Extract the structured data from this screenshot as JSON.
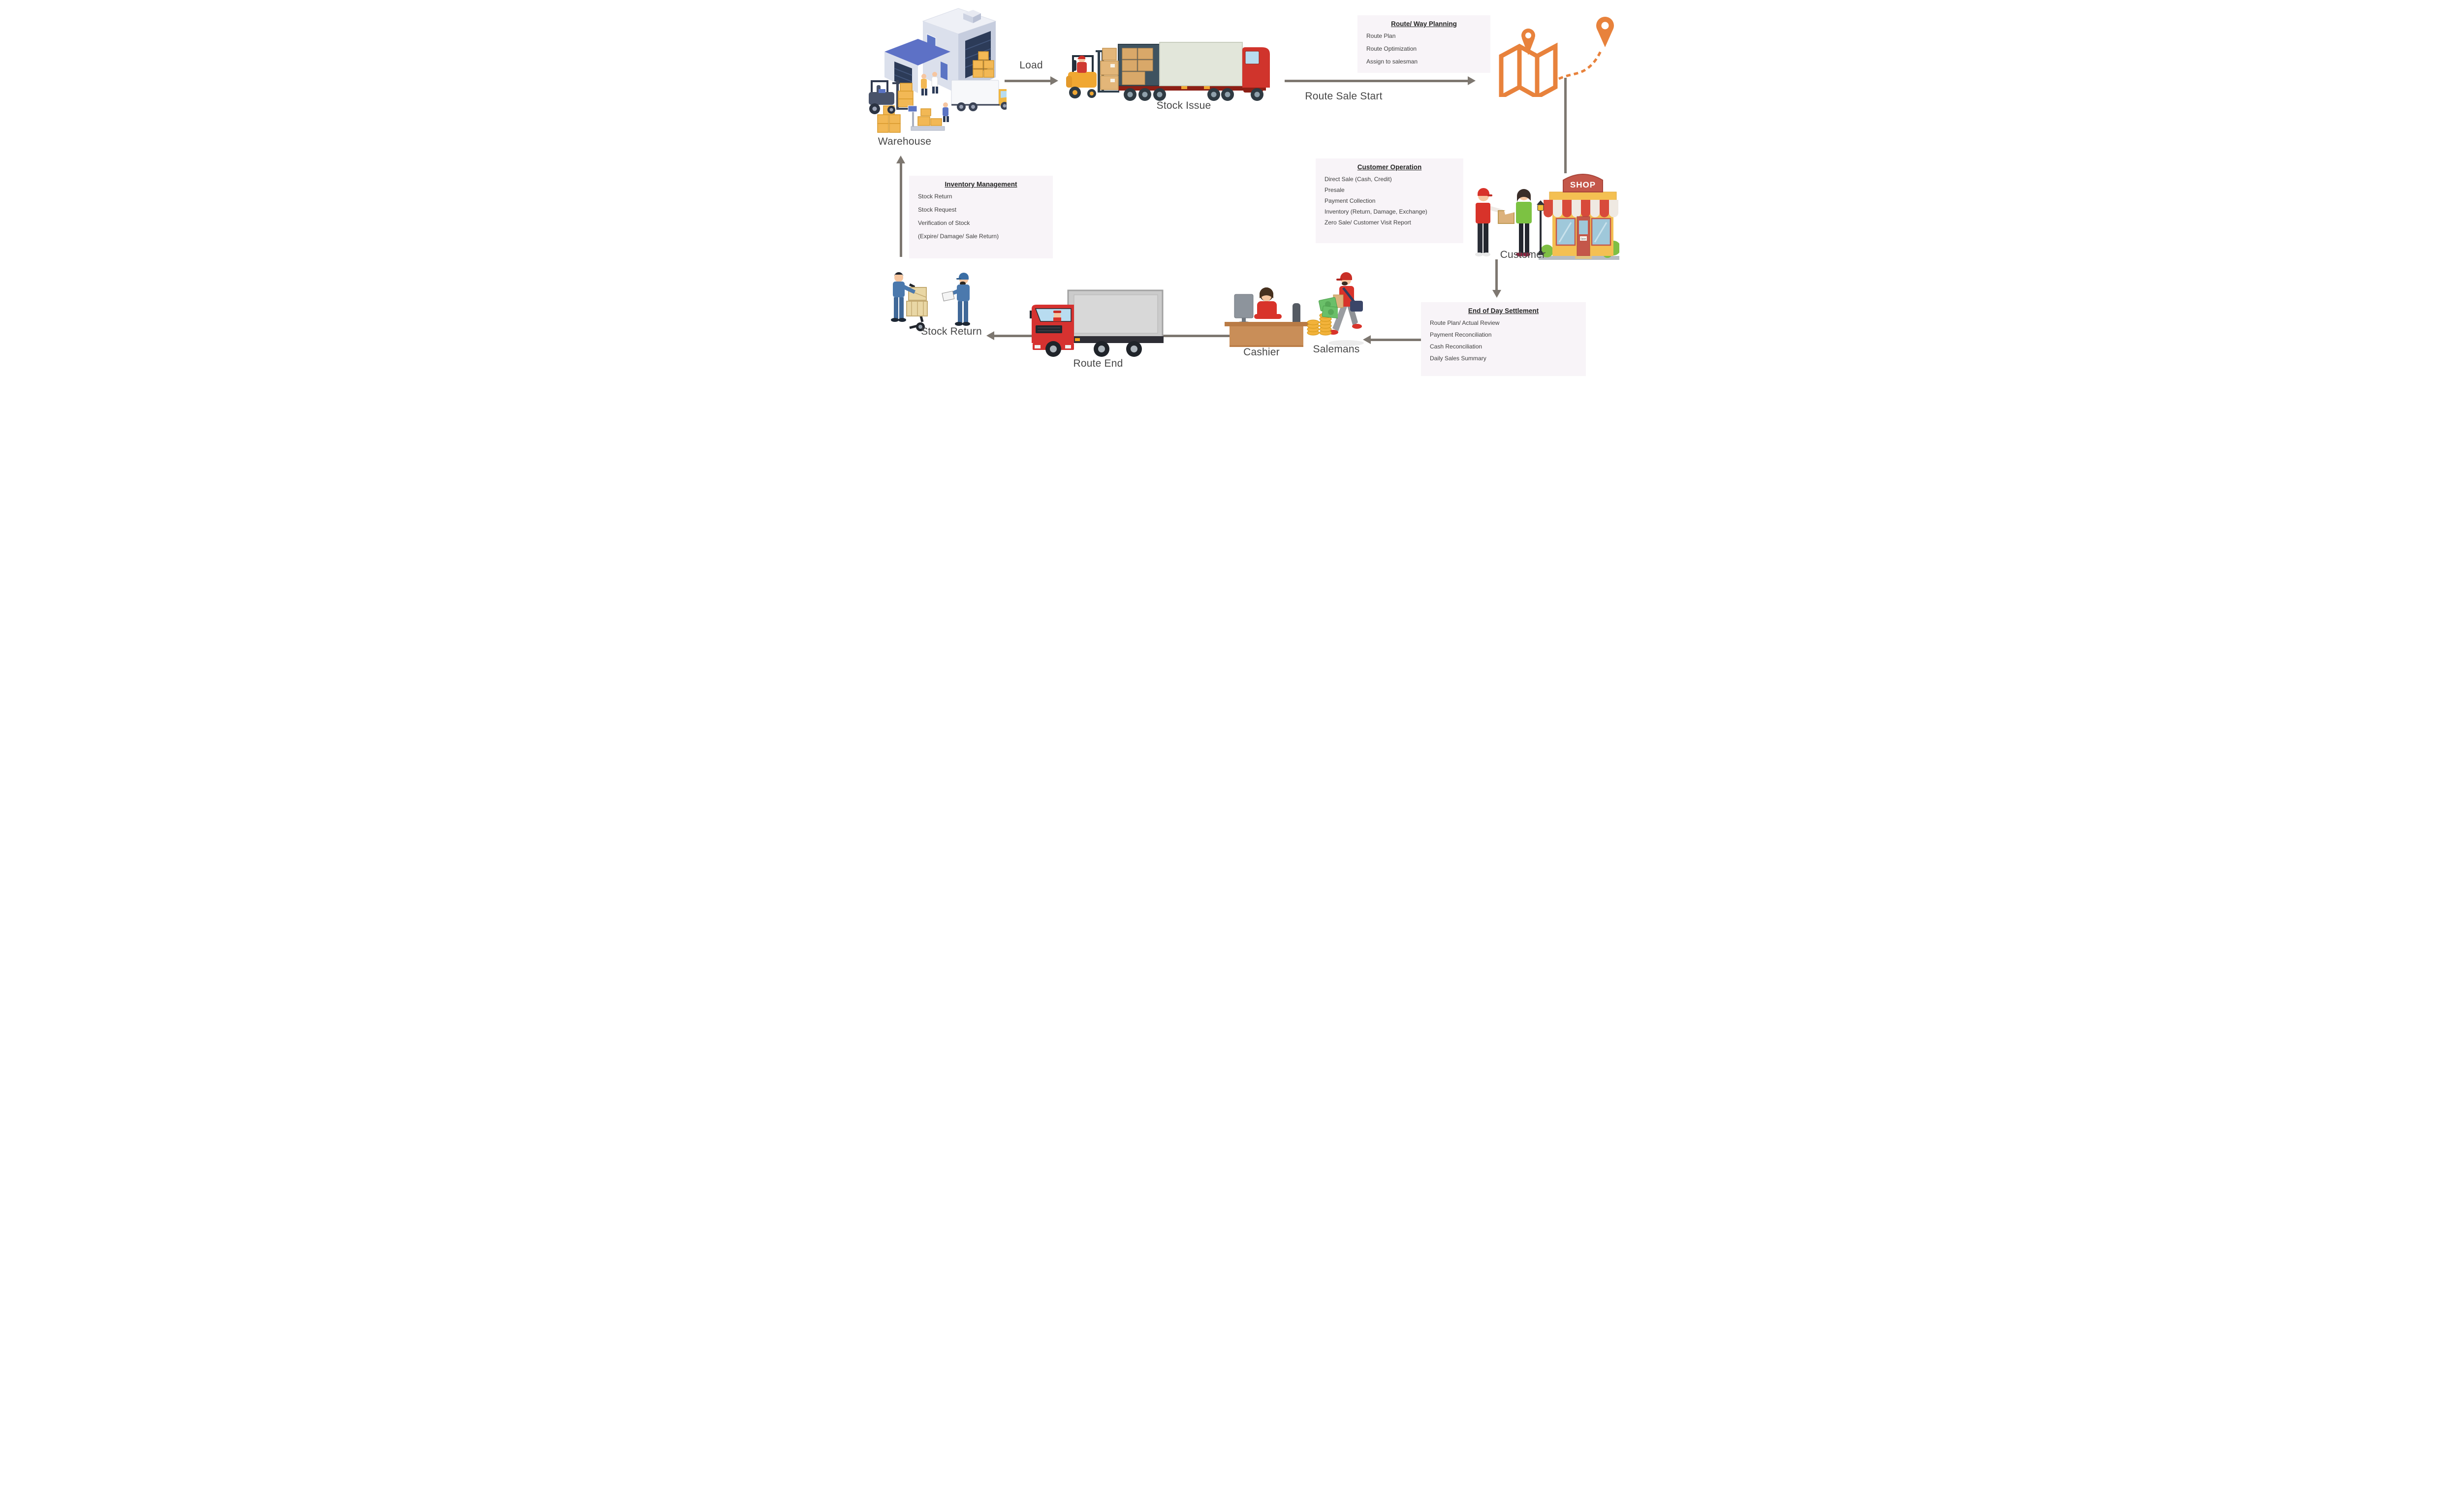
{
  "colors": {
    "connector": "#7d7770",
    "accent_orange": "#e8823c",
    "box_background": "#f8f4f8",
    "label_text": "#474747",
    "box_title_text": "#232323",
    "box_item_text": "#3d3d3d",
    "truck_red": "#d63230",
    "worker_blue": "#4b79ad",
    "box_yellow": "#f2b855"
  },
  "labels": {
    "warehouse": "Warehouse",
    "load": "Load",
    "stock_issue": "Stock Issue",
    "route_sale_start": "Route Sale Start",
    "customer": "Customer",
    "salemans": "Salemans",
    "cashier": "Cashier",
    "route_end": "Route End",
    "stock_return": "Stock Return"
  },
  "boxes": {
    "route_way_planning": {
      "title": "Route/ Way Planning",
      "items": [
        "Route Plan",
        "Route Optimization",
        "Assign to salesman"
      ]
    },
    "customer_operation": {
      "title": "Customer Operation",
      "items": [
        "Direct Sale (Cash, Credit)",
        "Presale",
        "Payment Collection",
        "Inventory (Return, Damage, Exchange)",
        "Zero Sale/ Customer Visit Report"
      ]
    },
    "inventory_management": {
      "title": "Inventory Management",
      "items": [
        "Stock Return",
        "Stock Request",
        "Verification of Stock",
        "(Expire/ Damage/ Sale Return)"
      ]
    },
    "end_of_day_settlement": {
      "title": "End of Day Settlement",
      "items": [
        "Route Plan/ Actual Review",
        "Payment Reconciliation",
        "Cash Reconciliation",
        "Daily Sales Summary"
      ]
    }
  },
  "shop": {
    "sign": "SHOP",
    "door_sign": "Open"
  }
}
